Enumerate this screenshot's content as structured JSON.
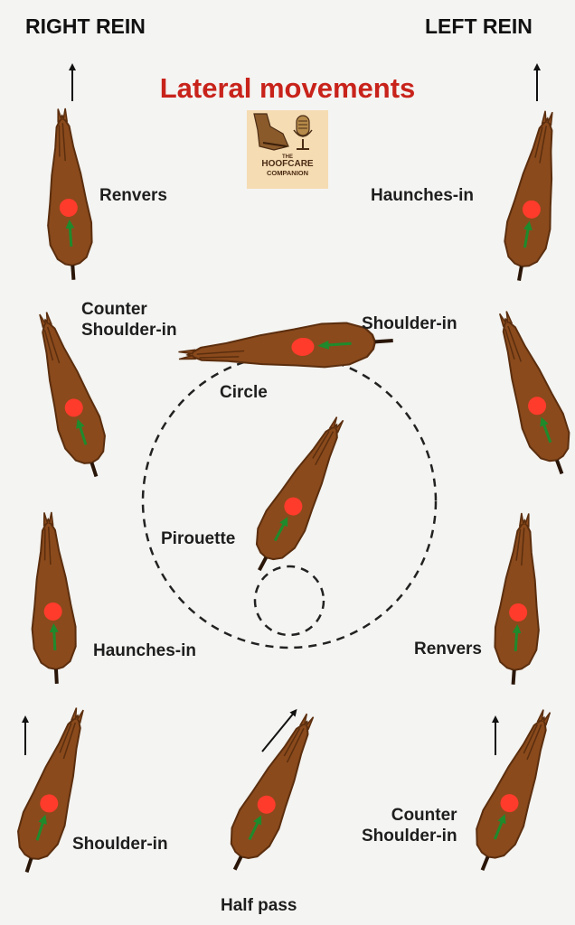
{
  "header": {
    "right_rein": "RIGHT REIN",
    "left_rein": "LEFT REIN",
    "title": "Lateral movements"
  },
  "logo": {
    "line1": "THE",
    "line2": "HOOFCARE",
    "line3": "COMPANION",
    "icons": [
      "hoof-icon",
      "microphone-icon"
    ]
  },
  "labels": {
    "renvers_top": "Renvers",
    "haunches_in_top": "Haunches-in",
    "counter_shoulder_in_left": [
      "Counter",
      "Shoulder-in"
    ],
    "shoulder_in_top": "Shoulder-in",
    "circle": "Circle",
    "pirouette": "Pirouette",
    "haunches_in_left": "Haunches-in",
    "renvers_right": "Renvers",
    "shoulder_in_bottom": "Shoulder-in",
    "half_pass": "Half pass",
    "counter_shoulder_in_right": [
      "Counter",
      "Shoulder-in"
    ]
  },
  "colors": {
    "title": "#c8231b",
    "horse": "#8a4a1c",
    "horse_outline": "#5b2e0e",
    "center_of_mass": "#ff3b2b",
    "direction_arrow": "#1f8a2c",
    "logo_background": "#f6dcb3"
  }
}
